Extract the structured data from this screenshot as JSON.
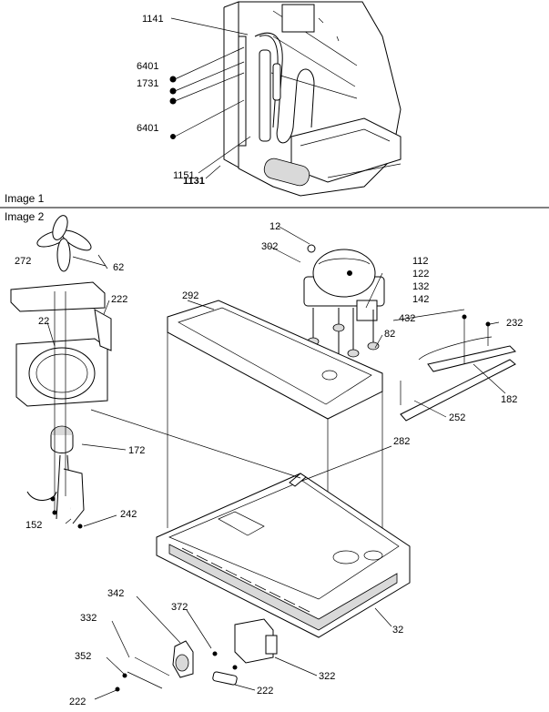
{
  "sections": {
    "image1": "Image 1",
    "image2": "Image 2"
  },
  "image1_labels": {
    "l1141": "1141",
    "l6401a": "6401",
    "l1731": "1731",
    "l6401b": "6401",
    "l1151": "1151",
    "l1131": "1131"
  },
  "image2_labels": {
    "l12": "12",
    "l302": "302",
    "l272": "272",
    "l62": "62",
    "l112": "112",
    "l122": "122",
    "l132": "132",
    "l142": "142",
    "l292": "292",
    "l222a": "222",
    "l22": "22",
    "l432": "432",
    "l232": "232",
    "l82": "82",
    "l182": "182",
    "l252": "252",
    "l172": "172",
    "l282": "282",
    "l152": "152",
    "l242": "242",
    "l32": "32",
    "l342": "342",
    "l372": "372",
    "l332": "332",
    "l322": "322",
    "l352": "352",
    "l222b": "222",
    "l222c": "222"
  }
}
